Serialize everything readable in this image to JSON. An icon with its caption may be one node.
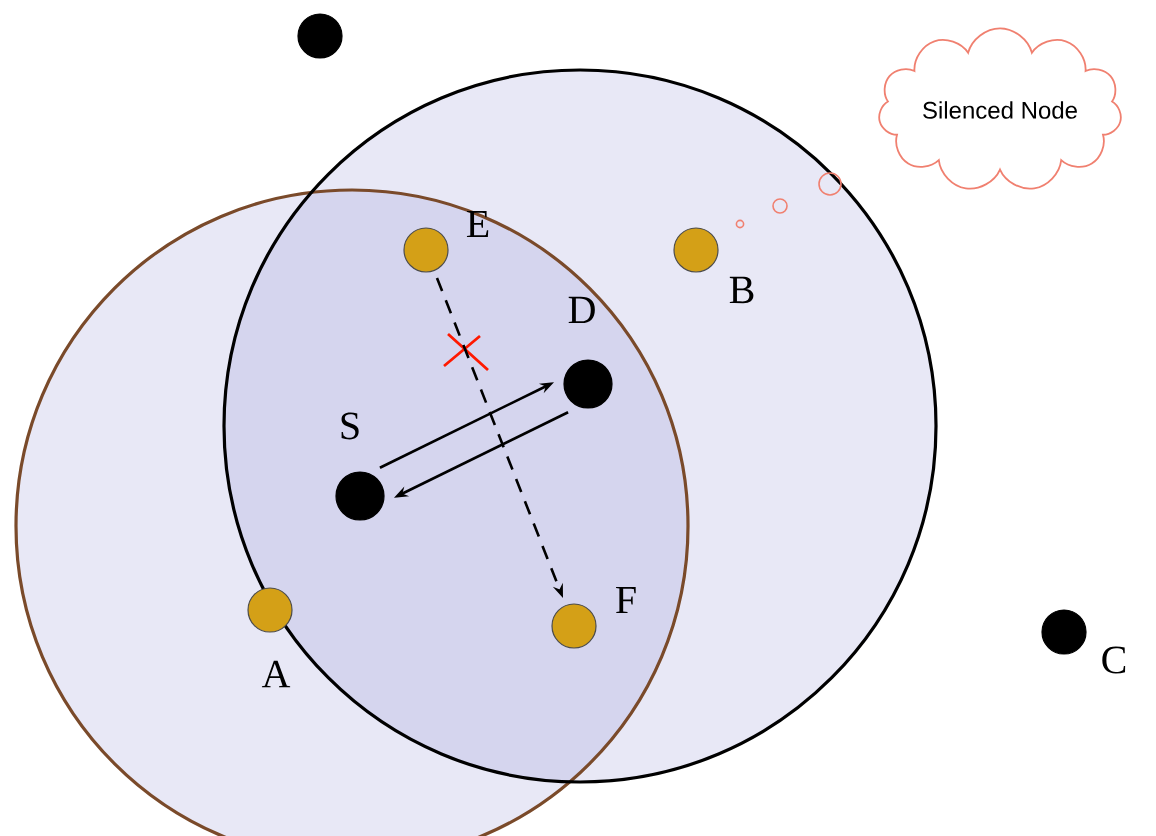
{
  "diagram": {
    "nodes": [
      {
        "text": [],
        "shape": "circle"
      },
      {
        "text": [
          "Silenced Node"
        ]
      },
      {
        "text": [],
        "shape": "circle",
        "beside": [
          "E"
        ]
      },
      {
        "text": [],
        "shape": "circle",
        "beside": [
          "B"
        ]
      },
      {
        "text": [],
        "shape": "circle",
        "beside": [
          "D"
        ]
      },
      {
        "text": [],
        "shape": "circle",
        "beside": [
          "S"
        ]
      },
      {
        "text": [],
        "shape": "circle",
        "beside": [
          "A"
        ]
      },
      {
        "text": [],
        "shape": "circle",
        "beside": [
          "F"
        ]
      },
      {
        "text": [],
        "shape": "circle",
        "beside": [
          "C"
        ]
      }
    ],
    "edges": [
      {
        "from": 5,
        "to": 4,
        "arrow": "to"
      },
      {
        "from": 4,
        "to": 5,
        "arrow": "to"
      },
      {
        "from": 2,
        "to": 7,
        "arrow": "to",
        "style": "dashed"
      }
    ]
  }
}
